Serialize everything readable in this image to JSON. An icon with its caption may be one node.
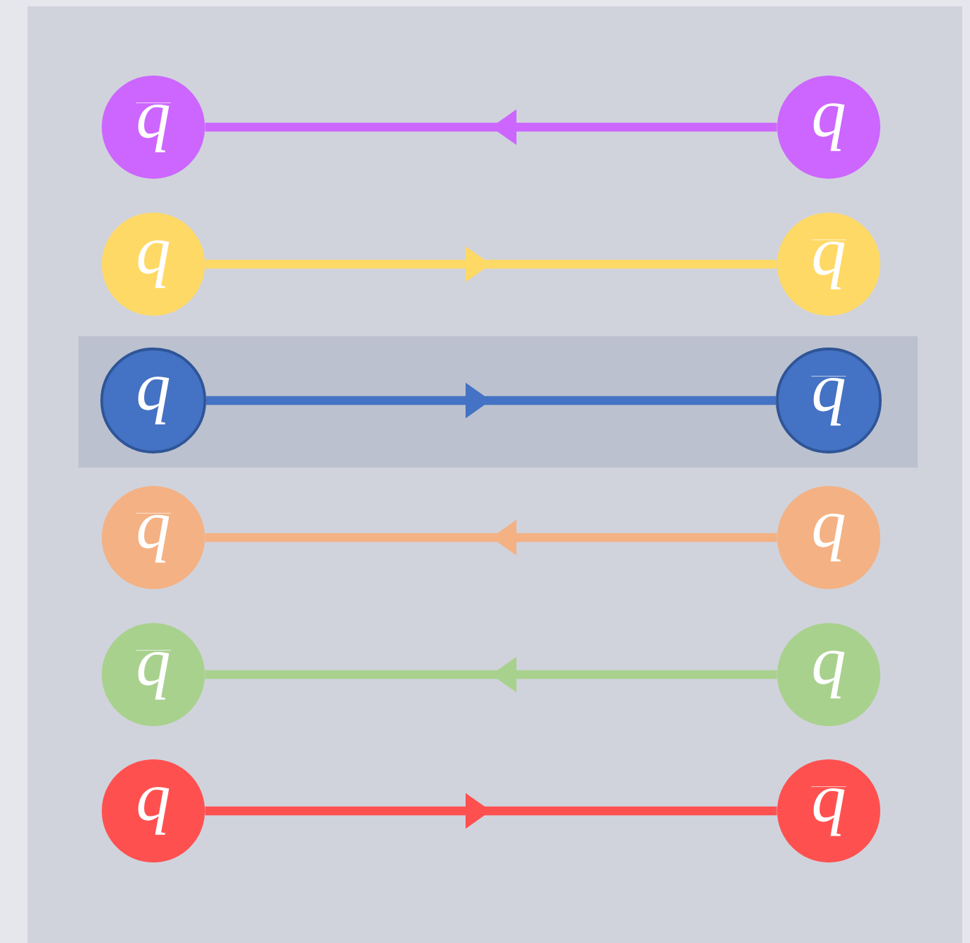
{
  "diagram": {
    "nodes": [
      {
        "text": [
          "\\overline{\\textit{q}}"
        ]
      },
      {
        "text": [
          "\\textit{q}"
        ]
      },
      {
        "text": [
          "\\textit{q}"
        ]
      },
      {
        "text": [
          "\\overline{\\textit{q}}"
        ]
      },
      {
        "text": [],
        "shape": "band"
      },
      {
        "text": [
          "\\textit{q}"
        ],
        "in": 4
      },
      {
        "text": [
          "\\overline{\\textit{q}}"
        ],
        "in": 4
      },
      {
        "text": [
          "\\overline{\\textit{q}}"
        ]
      },
      {
        "text": [
          "\\textit{q}"
        ]
      },
      {
        "text": [
          "\\overline{\\textit{q}}"
        ]
      },
      {
        "text": [
          "\\textit{q}"
        ]
      },
      {
        "text": [
          "\\textit{q}"
        ]
      },
      {
        "text": [
          "\\overline{\\textit{q}}"
        ]
      }
    ],
    "edges": [
      {
        "from": 1,
        "to": 0,
        "arrow": "to",
        "color": "#cc66ff"
      },
      {
        "from": 2,
        "to": 3,
        "arrow": "to",
        "color": "#ffd966"
      },
      {
        "from": 5,
        "to": 6,
        "arrow": "to",
        "color": "#4472c4"
      },
      {
        "from": 8,
        "to": 7,
        "arrow": "to",
        "color": "#f4b183"
      },
      {
        "from": 10,
        "to": 9,
        "arrow": "to",
        "color": "#a9d18e"
      },
      {
        "from": 11,
        "to": 12,
        "arrow": "to",
        "color": "#ff5050"
      }
    ]
  }
}
